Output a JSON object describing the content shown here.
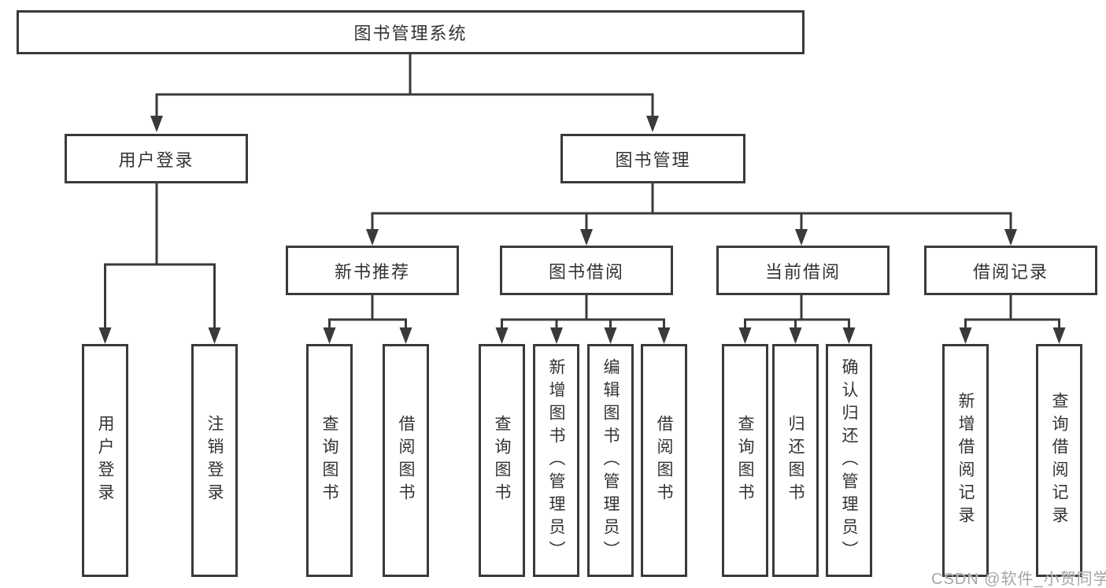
{
  "diagram": {
    "type": "hierarchy-tree",
    "root": {
      "label": "图书管理系统"
    },
    "level2": [
      {
        "id": "user-login",
        "label": "用户登录"
      },
      {
        "id": "book-management",
        "label": "图书管理"
      }
    ],
    "level3": [
      {
        "id": "new-book-recommend",
        "label": "新书推荐",
        "parent": "图书管理"
      },
      {
        "id": "book-borrow",
        "label": "图书借阅",
        "parent": "图书管理"
      },
      {
        "id": "current-borrow",
        "label": "当前借阅",
        "parent": "图书管理"
      },
      {
        "id": "borrow-records",
        "label": "借阅记录",
        "parent": "图书管理"
      }
    ],
    "leaves": {
      "user_login": [
        "用户登录",
        "注销登录"
      ],
      "new_book_recommend": [
        "查询图书",
        "借阅图书"
      ],
      "book_borrow": [
        "查询图书",
        "新增图书（管理员）",
        "编辑图书（管理员）",
        "借阅图书"
      ],
      "current_borrow": [
        "查询图书",
        "归还图书",
        "确认归还（管理员）"
      ],
      "borrow_records": [
        "新增借阅记录",
        "查询借阅记录"
      ]
    },
    "colors": {
      "line": "#3a3a3a",
      "border": "#3a3a3a",
      "text": "#333333",
      "background": "#ffffff",
      "watermark": "#a5a5a5"
    },
    "watermark": "CSDN @软件_小贺同学"
  }
}
